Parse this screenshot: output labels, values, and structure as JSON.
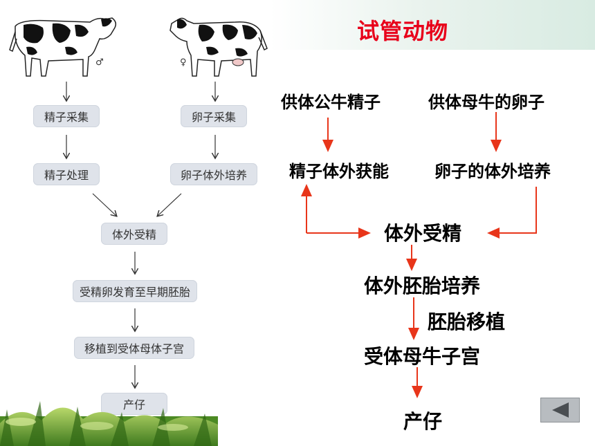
{
  "title": "试管动物",
  "left_flow": {
    "male_symbol": "♂",
    "female_symbol": "♀",
    "boxes": [
      "精子采集",
      "卵子采集",
      "精子处理",
      "卵子体外培养",
      "体外受精",
      "受精卵发育至早期胚胎",
      "移植到受体母体子宫",
      "产仔"
    ]
  },
  "right_flow": {
    "donor_bull": "供体公牛精子",
    "donor_cow": "供体母牛的卵子",
    "sperm_capacitation": "精子体外获能",
    "egg_culture": "卵子的体外培养",
    "fertilization": "体外受精",
    "embryo_culture": "体外胚胎培养",
    "embryo_transfer": "胚胎移植",
    "recipient_uterus": "受体母牛子宫",
    "offspring": "产仔"
  },
  "colors": {
    "title": "#e8001a",
    "arrow_red": "#e8351a",
    "box_bg": "#dfe3ea",
    "nav_button": "#b8bcc0"
  },
  "nav": {
    "icon": "triangle-left-icon"
  }
}
